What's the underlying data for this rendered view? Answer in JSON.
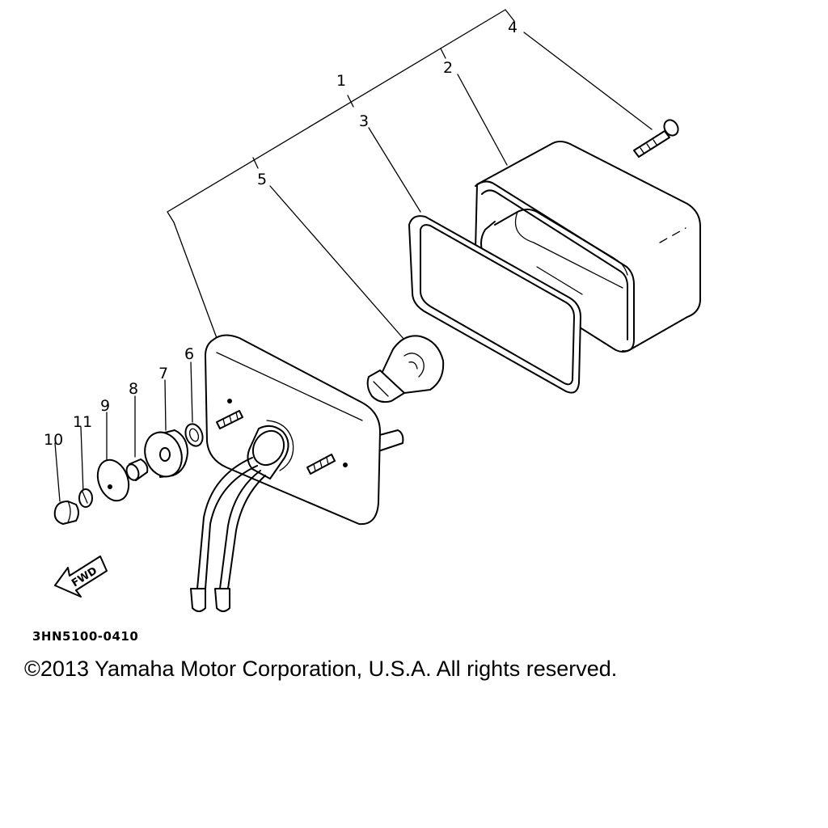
{
  "diagram": {
    "callouts": [
      "1",
      "2",
      "3",
      "4",
      "5",
      "6",
      "7",
      "8",
      "9",
      "10",
      "11"
    ],
    "fwd_arrow_label": "FWD",
    "drawing_code": "3HN5100-0410",
    "copyright": "©2013 Yamaha Motor Corporation, U.S.A. All rights reserved."
  }
}
